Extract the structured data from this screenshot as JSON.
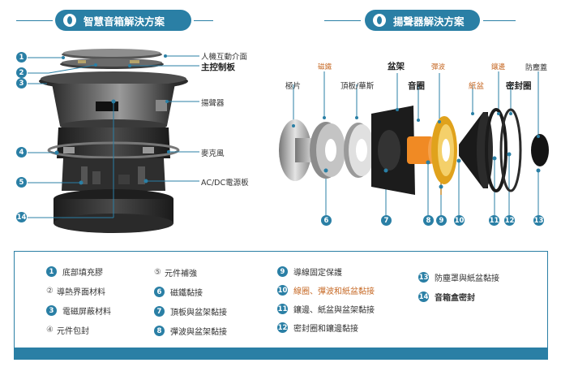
{
  "header_left": "智慧音箱解決方案",
  "header_right": "揚聲器解決方案",
  "left_labels": {
    "hmi": "人機互動介面",
    "main_board": "主控制板",
    "speaker": "揚聲器",
    "mic": "麥克風",
    "acdc": "AC/DC電源板"
  },
  "left_markers": [
    "1",
    "2",
    "3",
    "4",
    "5",
    "14"
  ],
  "right_labels": {
    "magnet": "磁鐵",
    "frame": "盆架",
    "spider": "彈波",
    "surround": "鑲邊",
    "dust_cap": "防塵蓋",
    "pole": "極片",
    "top_plate": "頂板/華斯",
    "voice_coil": "音圈",
    "cone": "紙盆",
    "gasket": "密封圈"
  },
  "right_markers": [
    "6",
    "7",
    "8",
    "9",
    "10",
    "11",
    "12",
    "13"
  ],
  "legend": [
    {
      "num": "1",
      "text": "底部填充膠",
      "style": "filled"
    },
    {
      "num": "②",
      "text": "導熱界面材料",
      "style": "plain"
    },
    {
      "num": "3",
      "text": "電磁屏蔽材料",
      "style": "filled"
    },
    {
      "num": "④",
      "text": "元件包封",
      "style": "plain"
    },
    {
      "num": "⑤",
      "text": "元件補強",
      "style": "plain"
    },
    {
      "num": "6",
      "text": "磁鐵黏接",
      "style": "filled"
    },
    {
      "num": "7",
      "text": "頂板與盆架黏接",
      "style": "filled"
    },
    {
      "num": "8",
      "text": "彈波與盆架黏接",
      "style": "filled"
    },
    {
      "num": "9",
      "text": "導線固定保護",
      "style": "filled"
    },
    {
      "num": "10",
      "text": "線圈、彈波和紙盆黏接",
      "style": "filled-orange"
    },
    {
      "num": "11",
      "text": "鑲邊、紙盆與盆架黏接",
      "style": "filled"
    },
    {
      "num": "12",
      "text": "密封圈和鑲邊黏接",
      "style": "filled"
    },
    {
      "num": "13",
      "text": "防塵罩與紙盆黏接",
      "style": "filled"
    },
    {
      "num": "14",
      "text": "音箱盒密封",
      "style": "filled-bold"
    }
  ],
  "colors": {
    "accent": "#2a7fa5",
    "orange": "#c76b28",
    "coil": "#f08a24",
    "spider": "#e0a21c"
  }
}
